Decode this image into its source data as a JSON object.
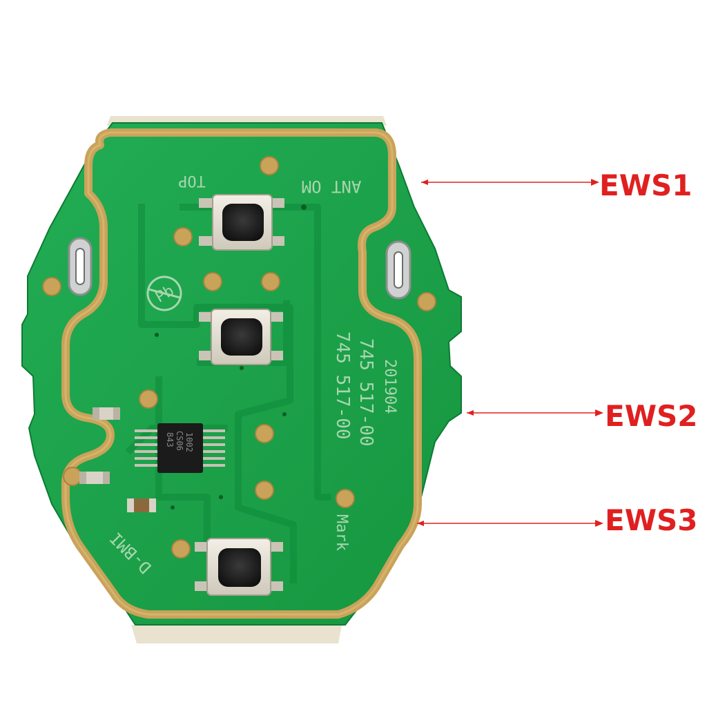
{
  "image": {
    "subject": "Car remote key circuit board",
    "colors": {
      "board": "#1aa14a",
      "board_dark": "#0f8a3a",
      "trace": "#2f9a4a",
      "copper": "#c9a35a",
      "silkscreen": "#a8d6ae",
      "callout": "#e02020",
      "edge_strip": "#e6e1cf"
    }
  },
  "callouts": [
    {
      "label": "EWS1"
    },
    {
      "label": "EWS2"
    },
    {
      "label": "EWS3"
    }
  ],
  "silkscreen": {
    "top": "TOP",
    "antenna": "ANT OM",
    "code1": "201904",
    "code2": "745 517-00",
    "code3": "745 517-00",
    "mark": "Mark",
    "model": "D-BMI",
    "pb_symbol": "Pb"
  },
  "chip_markings": {
    "line1": "1002",
    "line2": "CS06",
    "line3": "843"
  }
}
